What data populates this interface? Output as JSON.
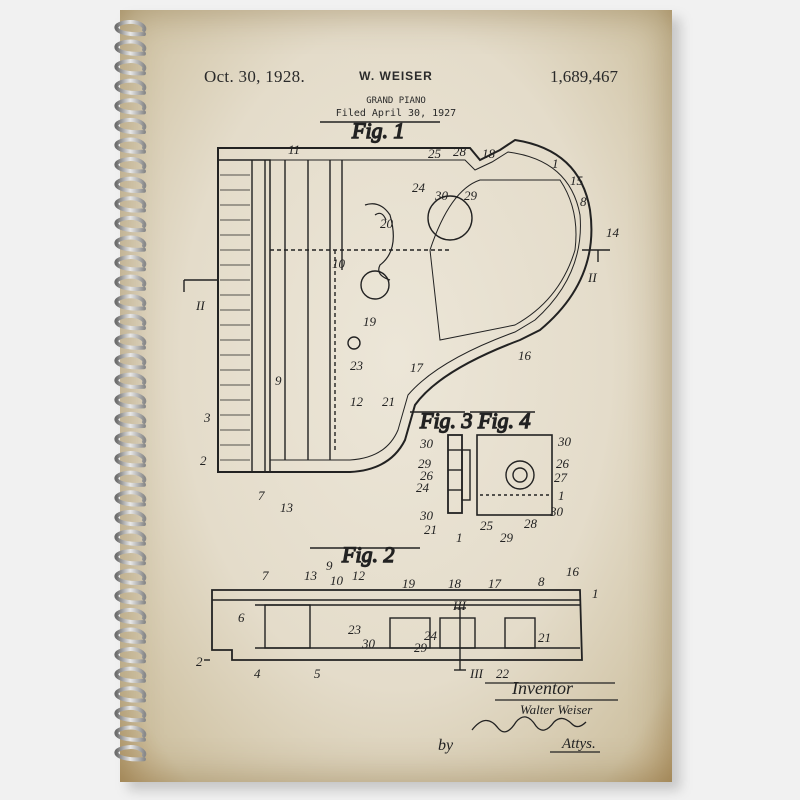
{
  "patent": {
    "date": "Oct. 30, 1928.",
    "inventor": "W. WEISER",
    "number": "1,689,467",
    "title": "GRAND PIANO",
    "filed": "Filed April 30, 1927"
  },
  "figures": {
    "fig1": "Fig. 1",
    "fig2": "Fig. 2",
    "fig3": "Fig. 3",
    "fig4": "Fig. 4"
  },
  "section_marks": {
    "left": "II",
    "right": "II",
    "bottom_top": "III",
    "bottom_bottom": "III"
  },
  "labels_fig1": [
    "11",
    "25",
    "28",
    "18",
    "1",
    "15",
    "8",
    "14",
    "20",
    "24",
    "30",
    "29",
    "10",
    "19",
    "23",
    "17",
    "12",
    "21",
    "16",
    "9",
    "3",
    "2",
    "7",
    "13"
  ],
  "labels_fig3": [
    "30",
    "29",
    "26",
    "24",
    "30",
    "21",
    "1"
  ],
  "labels_fig4": [
    "30",
    "26",
    "27",
    "1",
    "30",
    "25",
    "28",
    "29"
  ],
  "labels_fig2": [
    "7",
    "13",
    "9",
    "10",
    "12",
    "19",
    "18",
    "17",
    "8",
    "16",
    "1",
    "6",
    "23",
    "30",
    "24",
    "29",
    "21",
    "2",
    "4",
    "5",
    "22"
  ],
  "signature": {
    "heading": "Inventor",
    "name": "Walter Weiser",
    "by": "by",
    "attorney": "Attys."
  },
  "colors": {
    "ink": "#222222",
    "paper": "#e4dcca",
    "coil": "#9a9a9a"
  }
}
